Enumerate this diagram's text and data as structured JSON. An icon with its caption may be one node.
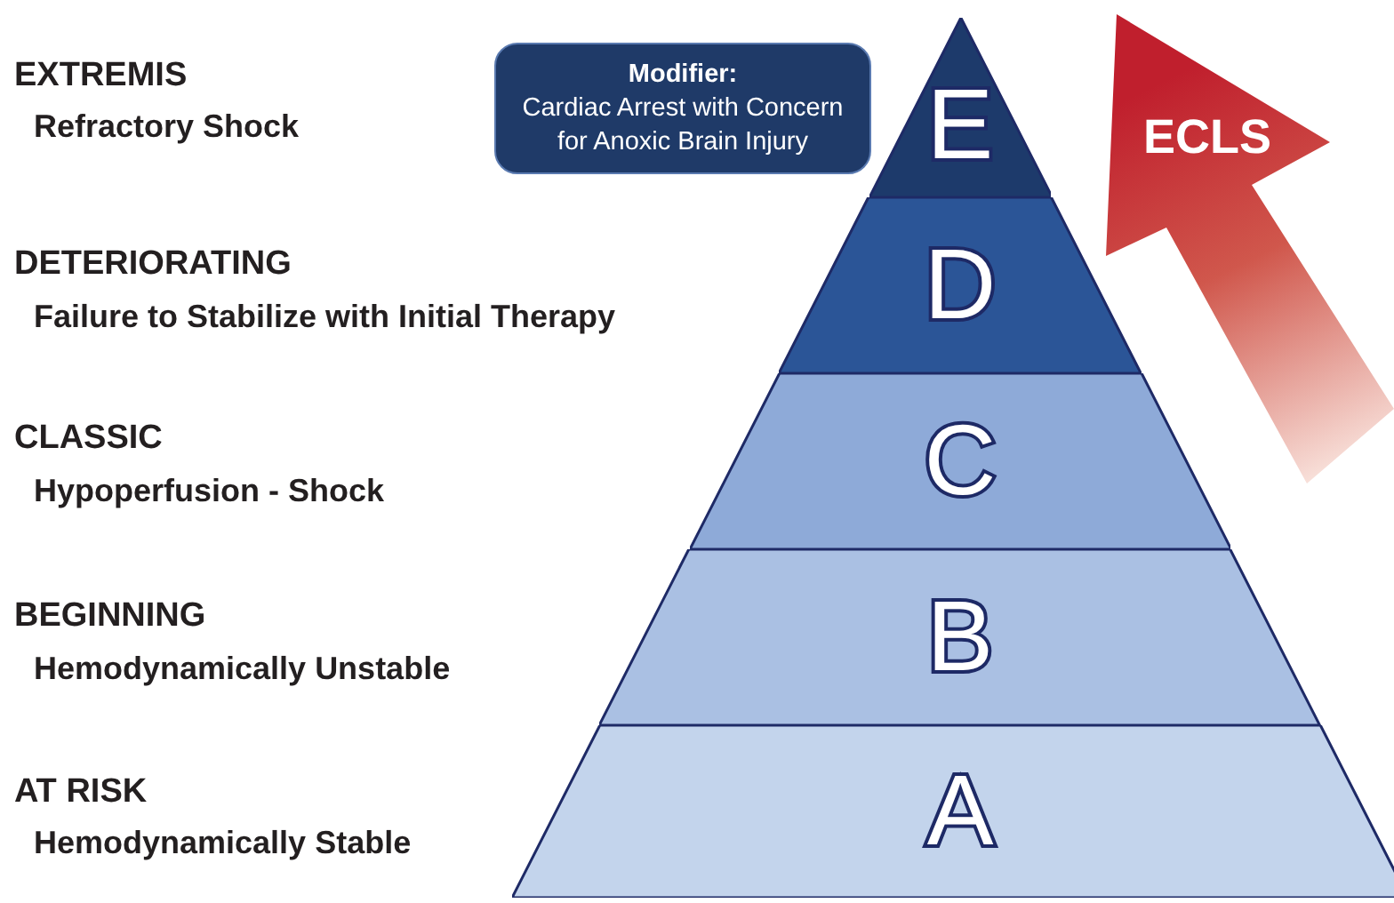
{
  "diagram": {
    "nodes": [
      {
        "text": [
          "Modifier:",
          "Cardiac Arrest with Concern for Anoxic Brain Injury"
        ]
      },
      {
        "text": [
          "E"
        ]
      },
      {
        "text": [
          "ECLS"
        ]
      },
      {
        "text": [
          "D"
        ]
      },
      {
        "text": [
          "C"
        ]
      },
      {
        "text": [
          "B"
        ]
      },
      {
        "text": [
          "A"
        ]
      }
    ],
    "labels": [
      "EXTREMIS",
      "Refractory Shock",
      "DETERIORATING",
      "Failure to Stabilize with Initial Therapy",
      "CLASSIC",
      "Hypoperfusion - Shock",
      "BEGINNING",
      "Hemodynamically Unstable",
      "AT RISK",
      "Hemodynamically Stable"
    ]
  }
}
